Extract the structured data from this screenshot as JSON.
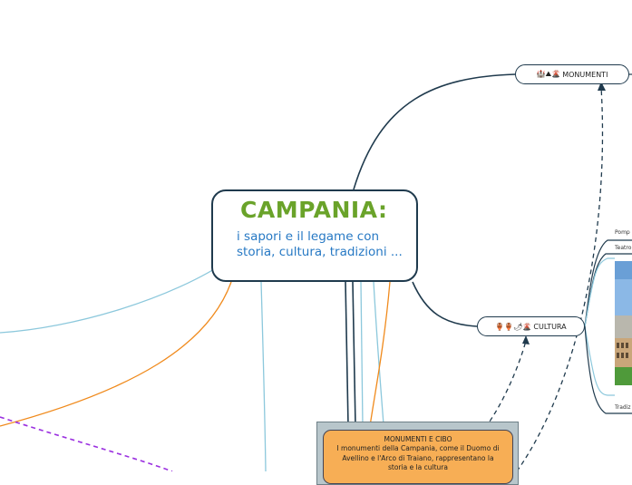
{
  "central": {
    "title": "CAMPANIA:",
    "subtitle": "i sapori e il legame con storia, cultura, tradizioni ..."
  },
  "nodes": {
    "monumenti": {
      "icons": "🏰⛰🌋",
      "label": "MONUMENTI"
    },
    "cultura": {
      "icons": "🏺🏺🌶🌋",
      "label": "CULTURA"
    }
  },
  "subtopics": {
    "pompei": "Pomp",
    "teatro": "Teatro",
    "tradizioni": "Tradiz"
  },
  "note": {
    "title": "MONUMENTI E CIBO",
    "body": "I monumenti della Campania, come il Duomo di Avellino e l'Arco di Traiano, rappresentano la storia e la cultura"
  },
  "colors": {
    "title_green": "#6aa32a",
    "subtitle_blue": "#2779c4",
    "dark_branch": "#1f3a4d",
    "light_blue_branch": "#8cc8dc",
    "orange_branch": "#f08a1c",
    "purple_dashed": "#9b30e0",
    "note_fill": "#f7ae55"
  }
}
